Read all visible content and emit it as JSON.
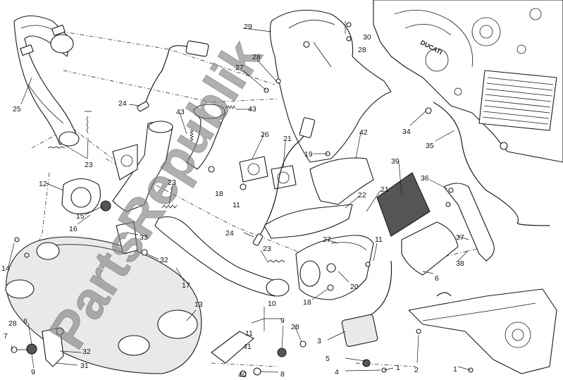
{
  "watermark": "PartsRepublik",
  "brand_cast": "DUCATI",
  "callouts": [
    "1",
    "2",
    "3",
    "4",
    "5",
    "6",
    "7",
    "8",
    "9",
    "10",
    "11",
    "12",
    "13",
    "14",
    "15",
    "16",
    "17",
    "18",
    "19",
    "20",
    "21",
    "22",
    "23",
    "24",
    "25",
    "26",
    "27",
    "28",
    "29",
    "30",
    "31",
    "32",
    "33",
    "34",
    "35",
    "36",
    "37",
    "38",
    "39",
    "40",
    "41",
    "42",
    "43"
  ]
}
